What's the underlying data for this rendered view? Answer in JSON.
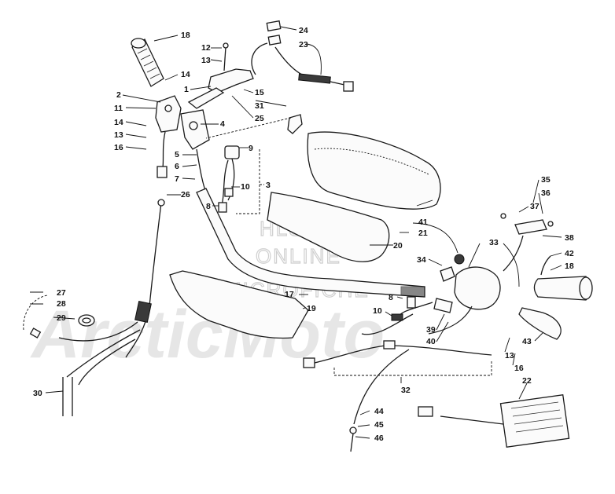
{
  "watermark": {
    "line1": "HLSM'S",
    "line2": "ONLINE",
    "line3": "MICROFICHE",
    "big": "ArcticMoto"
  },
  "callouts": {
    "c1": "1",
    "c2": "2",
    "c3": "3",
    "c4": "4",
    "c5": "5",
    "c6": "6",
    "c7": "7",
    "c8a": "8",
    "c8b": "8",
    "c9": "9",
    "c10a": "10",
    "c10b": "10",
    "c11": "11",
    "c12": "12",
    "c13a": "13",
    "c13b": "13",
    "c13c": "13",
    "c14a": "14",
    "c14b": "14",
    "c15": "15",
    "c16a": "16",
    "c16b": "16",
    "c17": "17",
    "c18a": "18",
    "c18b": "18",
    "c19": "19",
    "c20": "20",
    "c21": "21",
    "c22": "22",
    "c23": "23",
    "c24": "24",
    "c25": "25",
    "c26": "26",
    "c27": "27",
    "c28": "28",
    "c29": "29",
    "c30": "30",
    "c31": "31",
    "c32": "32",
    "c33": "33",
    "c34": "34",
    "c35": "35",
    "c36": "36",
    "c37": "37",
    "c38": "38",
    "c39": "39",
    "c40": "40",
    "c41": "41",
    "c42": "42",
    "c43": "43",
    "c44": "44",
    "c45": "45",
    "c46": "46"
  }
}
